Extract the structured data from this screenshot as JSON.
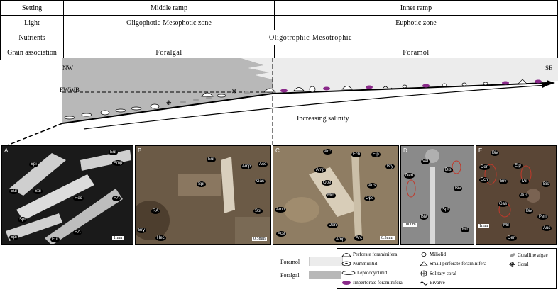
{
  "header": {
    "rows": [
      {
        "label": "Setting",
        "left": "Middle ramp",
        "right": "Inner ramp"
      },
      {
        "label": "Light",
        "left": "Oligophotic-Mesophotic zone",
        "right": "Euphotic zone"
      },
      {
        "label": "Nutrients",
        "span": "Oligotrophic-Mesotrophic"
      },
      {
        "label": "Grain association",
        "left": "Foralgal",
        "right": "Foramol"
      }
    ]
  },
  "profile": {
    "nw": "NW",
    "se": "SE",
    "fwwb": "FWWB",
    "salinity": "Increasing salinity"
  },
  "photos": [
    {
      "letter": "A",
      "tags": [
        "Eul",
        "Spi",
        "Amp",
        "Spi",
        "Eul",
        "Spi",
        "Hec",
        "RA",
        "RA",
        "Spi",
        "Eul"
      ],
      "scale": "1mm"
    },
    {
      "letter": "B",
      "tags": [
        "Eul",
        "Amp",
        "Ace",
        "Spi",
        "Gas",
        "RA",
        "Bry",
        "Spi",
        "Hec"
      ],
      "scale": "0.5mm"
    },
    {
      "letter": "C",
      "tags": [
        "Arc",
        "Ech",
        "Elp",
        "Bry",
        "Amp",
        "Ope",
        "Mio",
        "Aus",
        "Ope",
        "Amp",
        "Den",
        "Ace",
        "Amp",
        "Arc"
      ],
      "scale": "0.5mm"
    },
    {
      "letter": "D",
      "tags": [
        "Val",
        "Den",
        "Dis",
        "Biv",
        "Spi",
        "Biv",
        "Mil"
      ],
      "scale": "100um"
    },
    {
      "letter": "E",
      "tags": [
        "Biv",
        "Den",
        "Elp",
        "Ech",
        "Biv",
        "Mil",
        "Bis",
        "Gas",
        "Aus",
        "Biv",
        "Mil",
        "Aus",
        "Den",
        "Pen"
      ],
      "scale": "1mm"
    }
  ],
  "legend": {
    "foramol": "Foramol",
    "foralgal": "Foralgal",
    "items": [
      {
        "icon": "perforate-foraminifera-icon",
        "label": "Perforate foraminifera"
      },
      {
        "icon": "nummulitid-icon",
        "label": "Nummulitid"
      },
      {
        "icon": "lepidocyclinid-icon",
        "label": "Lepidocyclinid"
      },
      {
        "icon": "imperforate-foraminifera-icon",
        "label": "Imperforate foraminifera"
      },
      {
        "icon": "miliolid-icon",
        "label": "Miliolid"
      },
      {
        "icon": "small-perforate-foraminifera-icon",
        "label": "Small perforate foraminifera"
      },
      {
        "icon": "solitary-coral-icon",
        "label": "Solitary coral"
      },
      {
        "icon": "bivalve-icon",
        "label": "Bivalve"
      },
      {
        "icon": "coralline-algae-icon",
        "label": "Coralline algae"
      },
      {
        "icon": "coral-icon",
        "label": "Coral"
      }
    ]
  },
  "colors": {
    "foramol": "#e6e6e6",
    "foralgal": "#b8b8b8",
    "imperforate": "#8a2a8a"
  }
}
